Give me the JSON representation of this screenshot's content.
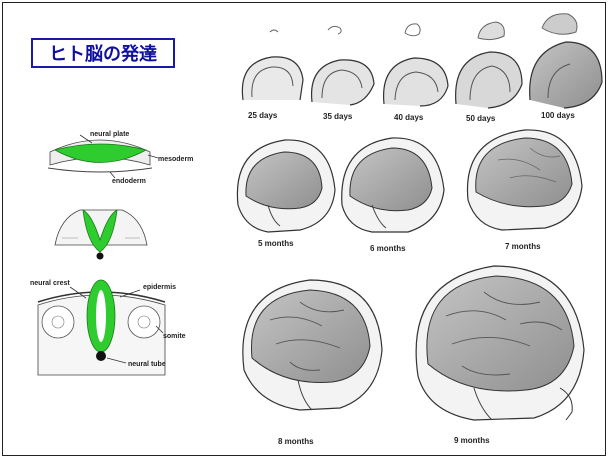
{
  "title": "ヒト脳の発達",
  "neural_labels": {
    "neural_plate": "neural plate",
    "mesoderm": "mesoderm",
    "endoderm": "endoderm",
    "neural_crest": "neural crest",
    "epidermis": "epidermis",
    "somite": "somite",
    "neural_tube": "neural tube"
  },
  "embryo_stages": [
    "25 days",
    "35 days",
    "40 days",
    "50 days",
    "100 days"
  ],
  "brain_stages_row2": [
    "5 months",
    "6 months",
    "7 months"
  ],
  "brain_stages_row3": [
    "8 months",
    "9 months"
  ],
  "colors": {
    "neural_tissue": "#2ecc2e",
    "brain": "#a9a9a9",
    "title_border": "#1a1aa8"
  }
}
